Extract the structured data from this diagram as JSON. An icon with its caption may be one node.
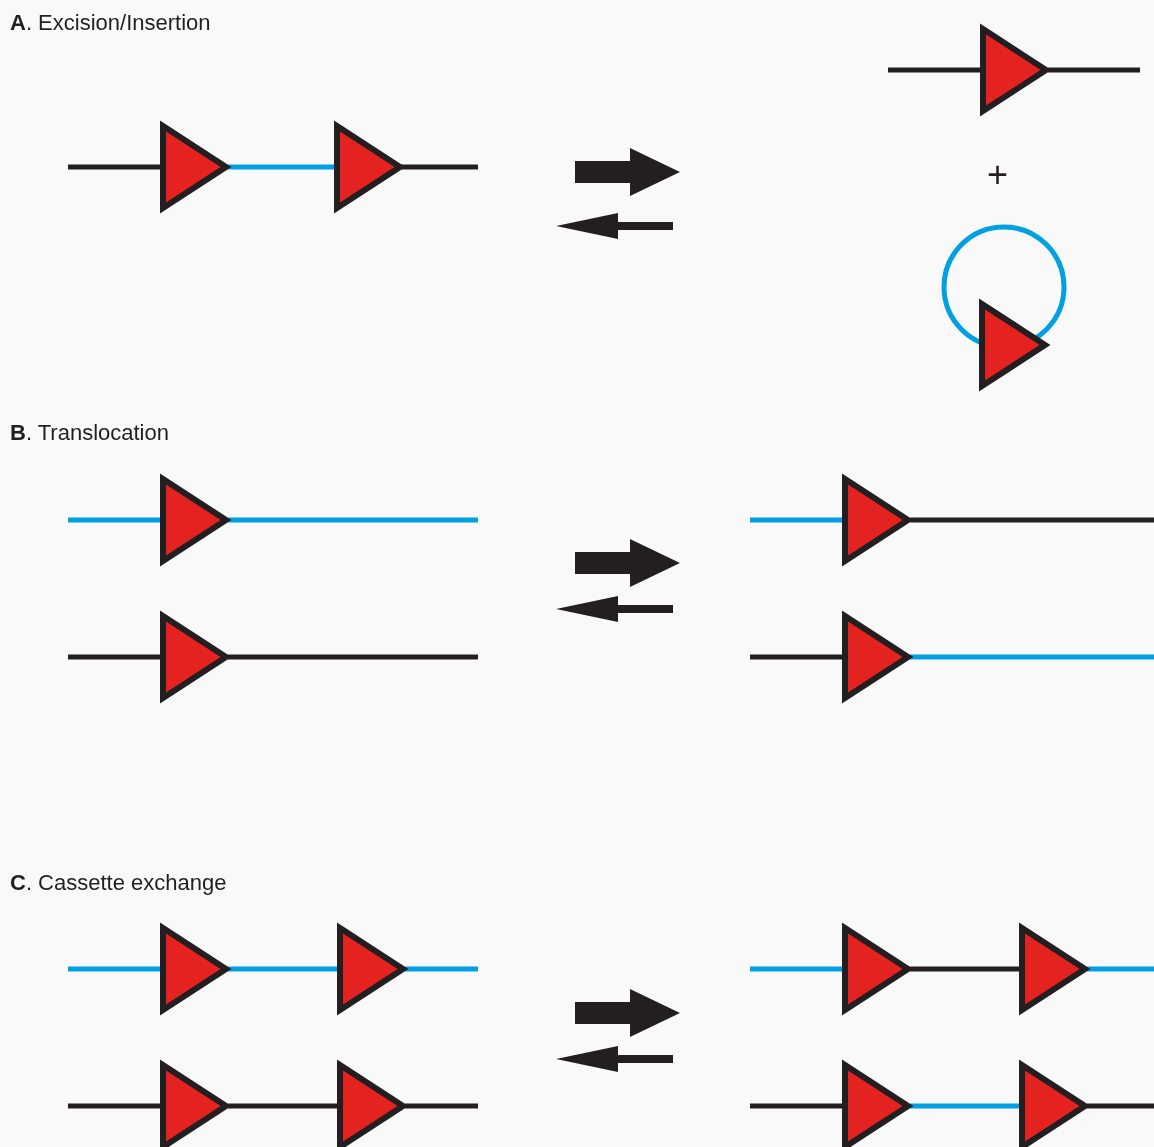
{
  "diagram": {
    "labels": [
      "**A**. Excision/Insertion",
      "+",
      "**B**. Translocation",
      "**C**. Cassette exchange"
    ]
  }
}
